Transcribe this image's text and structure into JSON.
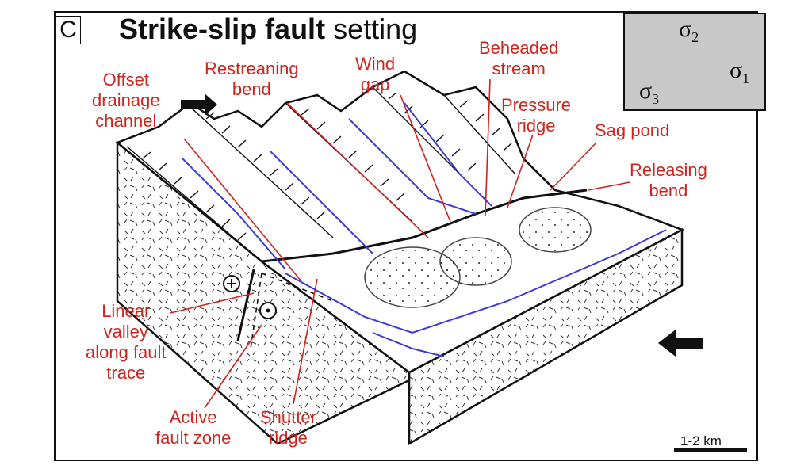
{
  "panel_letter": "C",
  "title_bold": "Strike-slip fault",
  "title_rest": "setting",
  "stress": {
    "sigma2_base": "σ",
    "sigma2_sub": "2",
    "sigma1_base": "σ",
    "sigma1_sub": "1",
    "sigma3_base": "σ",
    "sigma3_sub": "3"
  },
  "labels": {
    "offset_drainage": [
      "Offset",
      "drainage",
      "channel"
    ],
    "restraining_bend": [
      "Restreaning",
      "bend"
    ],
    "wind_gap": [
      "Wind",
      "gap"
    ],
    "beheaded_stream": [
      "Beheaded",
      "stream"
    ],
    "pressure_ridge": [
      "Pressure",
      "ridge"
    ],
    "sag_pond": [
      "Sag pond"
    ],
    "releasing_bend": [
      "Releasing",
      "bend"
    ],
    "linear_valley": [
      "Linear",
      "valley",
      "along fault",
      "trace"
    ],
    "active_fault_zone": [
      "Active",
      "fault zone"
    ],
    "shutter_ridge": [
      "Shutter",
      "ridge"
    ]
  },
  "scale": "1-2 km",
  "colors": {
    "label_red": "#d0231c",
    "stream_blue": "#3b3bdc",
    "outline": "#111111",
    "stress_box": "#c8c8c8"
  }
}
